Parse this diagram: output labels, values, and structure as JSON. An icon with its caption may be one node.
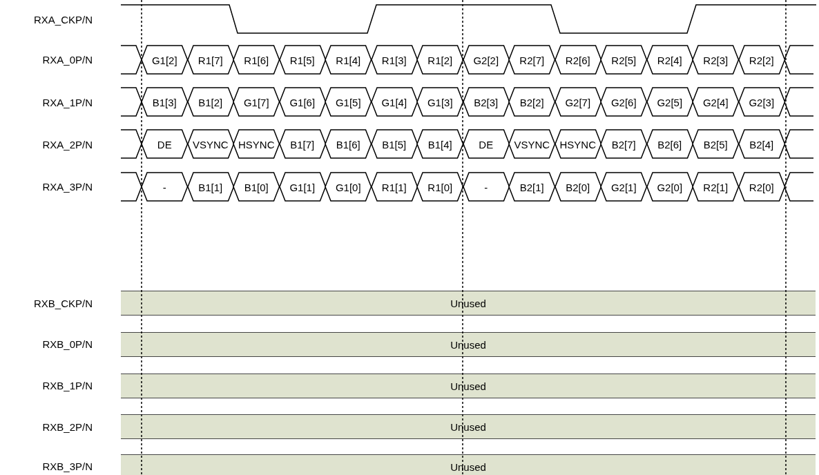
{
  "diagram": {
    "nodes": [
      {
        "text": [
          "G1[2]"
        ]
      },
      {
        "text": [
          "R1[7]"
        ]
      },
      {
        "text": [
          "R1[6]"
        ]
      },
      {
        "text": [
          "R1[5]"
        ]
      },
      {
        "text": [
          "R1[4]"
        ]
      },
      {
        "text": [
          "R1[3]"
        ]
      },
      {
        "text": [
          "R1[2]"
        ]
      },
      {
        "text": [
          "G2[2]"
        ]
      },
      {
        "text": [
          "R2[7]"
        ]
      },
      {
        "text": [
          "R2[6]"
        ]
      },
      {
        "text": [
          "R2[5]"
        ]
      },
      {
        "text": [
          "R2[4]"
        ]
      },
      {
        "text": [
          "R2[3]"
        ]
      },
      {
        "text": [
          "R2[2]"
        ]
      },
      {
        "text": [
          "B1[3]"
        ]
      },
      {
        "text": [
          "B1[2]"
        ]
      },
      {
        "text": [
          "G1[7]"
        ]
      },
      {
        "text": [
          "G1[6]"
        ]
      },
      {
        "text": [
          "G1[5]"
        ]
      },
      {
        "text": [
          "G1[4]"
        ]
      },
      {
        "text": [
          "G1[3]"
        ]
      },
      {
        "text": [
          "B2[3]"
        ]
      },
      {
        "text": [
          "B2[2]"
        ]
      },
      {
        "text": [
          "G2[7]"
        ]
      },
      {
        "text": [
          "G2[6]"
        ]
      },
      {
        "text": [
          "G2[5]"
        ]
      },
      {
        "text": [
          "G2[4]"
        ]
      },
      {
        "text": [
          "G2[3]"
        ]
      },
      {
        "text": [
          "DE"
        ]
      },
      {
        "text": [
          "VSYNC"
        ]
      },
      {
        "text": [
          "HSYNC"
        ]
      },
      {
        "text": [
          "B1[7]"
        ]
      },
      {
        "text": [
          "B1[6]"
        ]
      },
      {
        "text": [
          "B1[5]"
        ]
      },
      {
        "text": [
          "B1[4]"
        ]
      },
      {
        "text": [
          "DE"
        ]
      },
      {
        "text": [
          "VSYNC"
        ]
      },
      {
        "text": [
          "HSYNC"
        ]
      },
      {
        "text": [
          "B2[7]"
        ]
      },
      {
        "text": [
          "B2[6]"
        ]
      },
      {
        "text": [
          "B2[5]"
        ]
      },
      {
        "text": [
          "B2[4]"
        ]
      },
      {
        "text": [
          "-"
        ]
      },
      {
        "text": [
          "B1[1]"
        ]
      },
      {
        "text": [
          "B1[0]"
        ]
      },
      {
        "text": [
          "G1[1]"
        ]
      },
      {
        "text": [
          "G1[0]"
        ]
      },
      {
        "text": [
          "R1[1]"
        ]
      },
      {
        "text": [
          "R1[0]"
        ]
      },
      {
        "text": [
          "-"
        ]
      },
      {
        "text": [
          "B2[1]"
        ]
      },
      {
        "text": [
          "B2[0]"
        ]
      },
      {
        "text": [
          "G2[1]"
        ]
      },
      {
        "text": [
          "G2[0]"
        ]
      },
      {
        "text": [
          "R2[1]"
        ]
      },
      {
        "text": [
          "R2[0]"
        ]
      },
      {
        "text": [
          "Unused"
        ]
      },
      {
        "text": [
          "Unused"
        ]
      },
      {
        "text": [
          "Unused"
        ]
      },
      {
        "text": [
          "Unused"
        ]
      },
      {
        "text": [
          "Unused"
        ]
      }
    ],
    "labels": [
      "RXA_CKP/N",
      "RXA_0P/N",
      "RXA_1P/N",
      "RXA_2P/N",
      "RXA_3P/N",
      "RXB_CKP/N",
      "RXB_0P/N",
      "RXB_1P/N",
      "RXB_2P/N",
      "RXB_3P/N"
    ]
  }
}
